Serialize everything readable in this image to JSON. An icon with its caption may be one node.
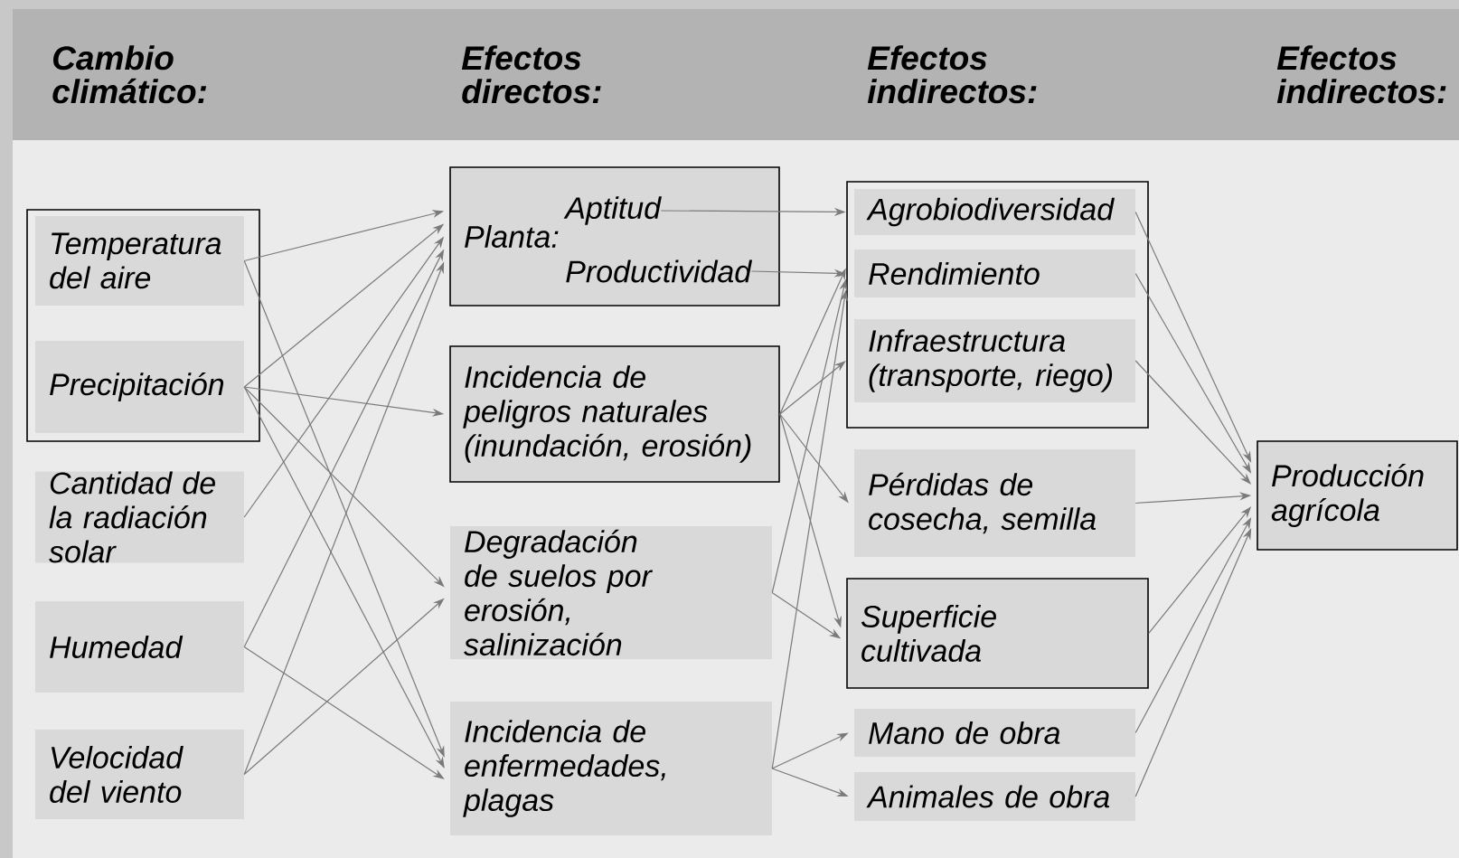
{
  "diagram": {
    "nodes": [
      {
        "text": [],
        "shape": "box"
      },
      {
        "text": [
          "Temperatura del aire"
        ],
        "in": 0
      },
      {
        "text": [
          "Precipitación"
        ],
        "in": 0
      },
      {
        "text": [
          "Cantidad de la radiación solar"
        ]
      },
      {
        "text": [
          "Humedad"
        ]
      },
      {
        "text": [
          "Velocidad del viento"
        ]
      },
      {
        "text": [
          "Planta:"
        ]
      },
      {
        "text": [
          "Aptitud"
        ],
        "in": 6
      },
      {
        "text": [
          "Productividad"
        ],
        "in": 6
      },
      {
        "text": [
          "Incidencia de peligros naturales (inundación, erosión)"
        ]
      },
      {
        "text": [
          "Degradación de suelos por erosión, salinización"
        ]
      },
      {
        "text": [
          "Incidencia de enfermedades, plagas"
        ]
      },
      {
        "text": [],
        "shape": "box"
      },
      {
        "text": [
          "Agrobiodiversidad"
        ],
        "in": 12
      },
      {
        "text": [
          "Rendimiento"
        ],
        "in": 12
      },
      {
        "text": [
          "Infraestructura (transporte, riego)"
        ],
        "in": 12
      },
      {
        "text": [
          "Pérdidas de cosecha, semilla"
        ]
      },
      {
        "text": [
          "Superficie cultivada"
        ]
      },
      {
        "text": [
          "Mano de obra"
        ]
      },
      {
        "text": [
          "Animales de obra"
        ]
      },
      {
        "text": [
          "Producción agrícola"
        ]
      }
    ],
    "edges": [
      {
        "from": 1,
        "to": 6,
        "arrow": "to"
      },
      {
        "from": 1,
        "to": 11,
        "arrow": "to"
      },
      {
        "from": 2,
        "to": 6,
        "arrow": "to"
      },
      {
        "from": 2,
        "to": 9,
        "arrow": "to"
      },
      {
        "from": 2,
        "to": 10,
        "arrow": "to"
      },
      {
        "from": 2,
        "to": 11,
        "arrow": "to"
      },
      {
        "from": 3,
        "to": 6,
        "arrow": "to"
      },
      {
        "from": 4,
        "to": 6,
        "arrow": "to"
      },
      {
        "from": 4,
        "to": 11,
        "arrow": "to"
      },
      {
        "from": 5,
        "to": 6,
        "arrow": "to"
      },
      {
        "from": 5,
        "to": 10,
        "arrow": "to"
      },
      {
        "from": 7,
        "to": 13,
        "arrow": "to"
      },
      {
        "from": 8,
        "to": 14,
        "arrow": "to"
      },
      {
        "from": 9,
        "to": 14,
        "arrow": "to"
      },
      {
        "from": 9,
        "to": 15,
        "arrow": "to"
      },
      {
        "from": 9,
        "to": 16,
        "arrow": "to"
      },
      {
        "from": 9,
        "to": 17,
        "arrow": "to"
      },
      {
        "from": 10,
        "to": 14,
        "arrow": "to"
      },
      {
        "from": 10,
        "to": 17,
        "arrow": "to"
      },
      {
        "from": 11,
        "to": 14,
        "arrow": "to"
      },
      {
        "from": 11,
        "to": 18,
        "arrow": "to"
      },
      {
        "from": 11,
        "to": 19,
        "arrow": "to"
      },
      {
        "from": 13,
        "to": 20,
        "arrow": "to"
      },
      {
        "from": 14,
        "to": 20,
        "arrow": "to"
      },
      {
        "from": 15,
        "to": 20,
        "arrow": "to"
      },
      {
        "from": 16,
        "to": 20,
        "arrow": "to"
      },
      {
        "from": 17,
        "to": 20,
        "arrow": "to"
      },
      {
        "from": 18,
        "to": 20,
        "arrow": "to"
      },
      {
        "from": 19,
        "to": 20,
        "arrow": "to"
      }
    ],
    "labels": [
      "Cambio climático:",
      "Efectos directos:",
      "Efectos indirectos:",
      "Efectos indirectos:"
    ]
  }
}
